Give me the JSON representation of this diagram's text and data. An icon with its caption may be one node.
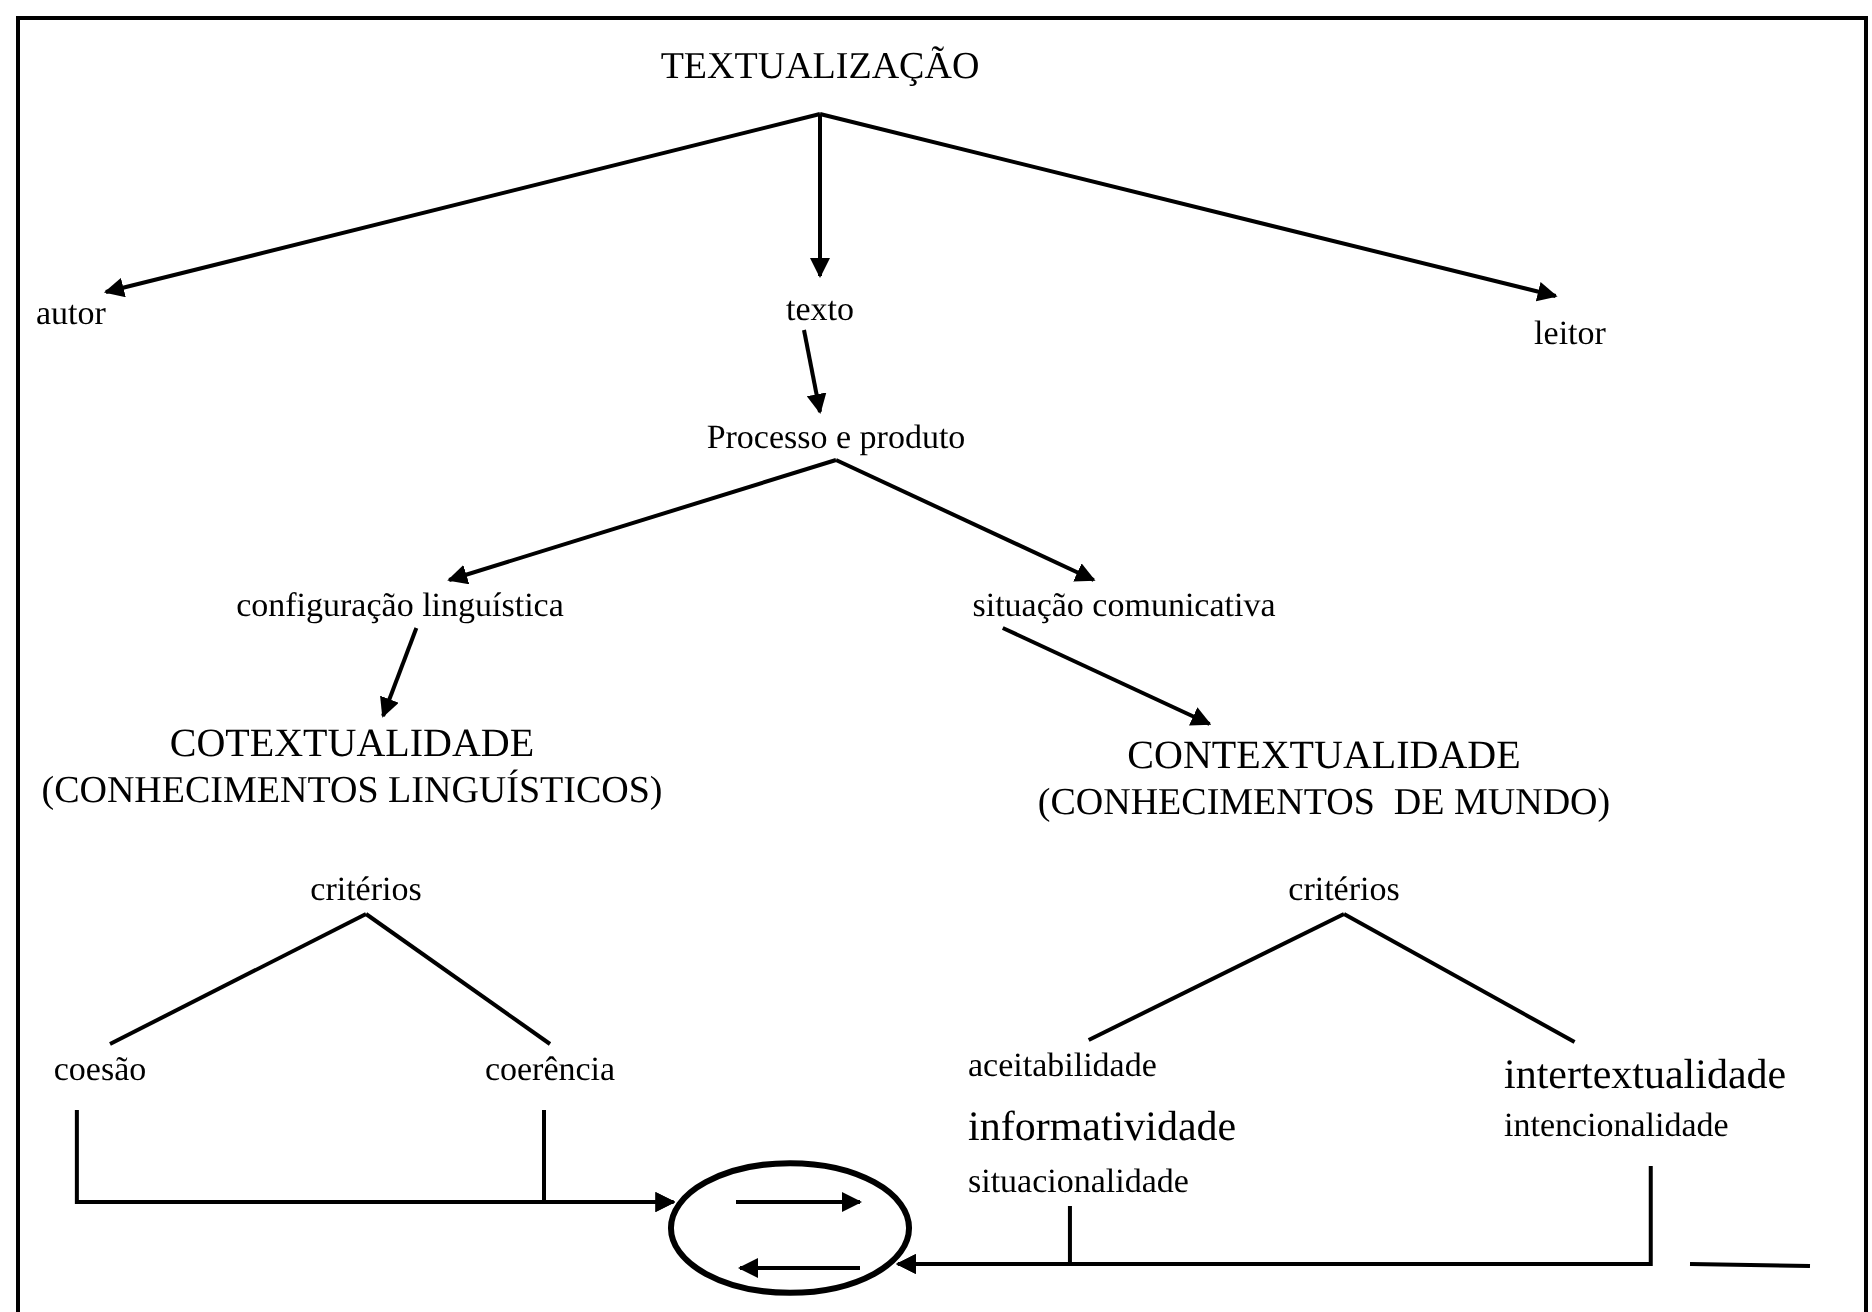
{
  "diagram": {
    "nodes": [
      {
        "text": [
          "TEXTUALIZAÇÃO"
        ]
      },
      {
        "text": [
          "autor"
        ]
      },
      {
        "text": [
          "texto"
        ]
      },
      {
        "text": [
          "leitor"
        ]
      },
      {
        "text": [
          "Processo e produto"
        ]
      },
      {
        "text": [
          "configuração linguística"
        ]
      },
      {
        "text": [
          "situação comunicativa"
        ]
      },
      {
        "text": [
          "COTEXTUALIDADE",
          "(CONHECIMENTOS LINGUÍSTICOS)"
        ]
      },
      {
        "text": [
          "CONTEXTUALIDADE",
          "(CONHECIMENTOS  DE MUNDO)"
        ]
      },
      {
        "text": [
          "critérios"
        ]
      },
      {
        "text": [
          "critérios"
        ]
      },
      {
        "text": [
          "coesão"
        ]
      },
      {
        "text": [
          "coerência"
        ]
      },
      {
        "text": [
          "aceitabilidade",
          "informatividade",
          "situacionalidade"
        ]
      },
      {
        "text": [
          "intertextualidade",
          "intencionalidade"
        ]
      },
      {
        "text": [],
        "shape": "circle"
      }
    ],
    "edges": [
      {
        "from": 0,
        "to": 1,
        "arrow": "to"
      },
      {
        "from": 0,
        "to": 2,
        "arrow": "to"
      },
      {
        "from": 0,
        "to": 3,
        "arrow": "to"
      },
      {
        "from": 2,
        "to": 4,
        "arrow": "to"
      },
      {
        "from": 4,
        "to": 5,
        "arrow": "to"
      },
      {
        "from": 4,
        "to": 6,
        "arrow": "to"
      },
      {
        "from": 5,
        "to": 7,
        "arrow": "to"
      },
      {
        "from": 6,
        "to": 8,
        "arrow": "to"
      },
      {
        "from": 9,
        "to": 11,
        "arrow": "none"
      },
      {
        "from": 9,
        "to": 12,
        "arrow": "none"
      },
      {
        "from": 10,
        "to": 13,
        "arrow": "none"
      },
      {
        "from": 10,
        "to": 14,
        "arrow": "none"
      },
      {
        "from": 11,
        "to": 15,
        "arrow": "to"
      },
      {
        "from": 12,
        "to": 15,
        "arrow": "to"
      },
      {
        "from": 13,
        "to": 15,
        "arrow": "to"
      },
      {
        "from": 14,
        "to": 15,
        "arrow": "to"
      }
    ]
  }
}
